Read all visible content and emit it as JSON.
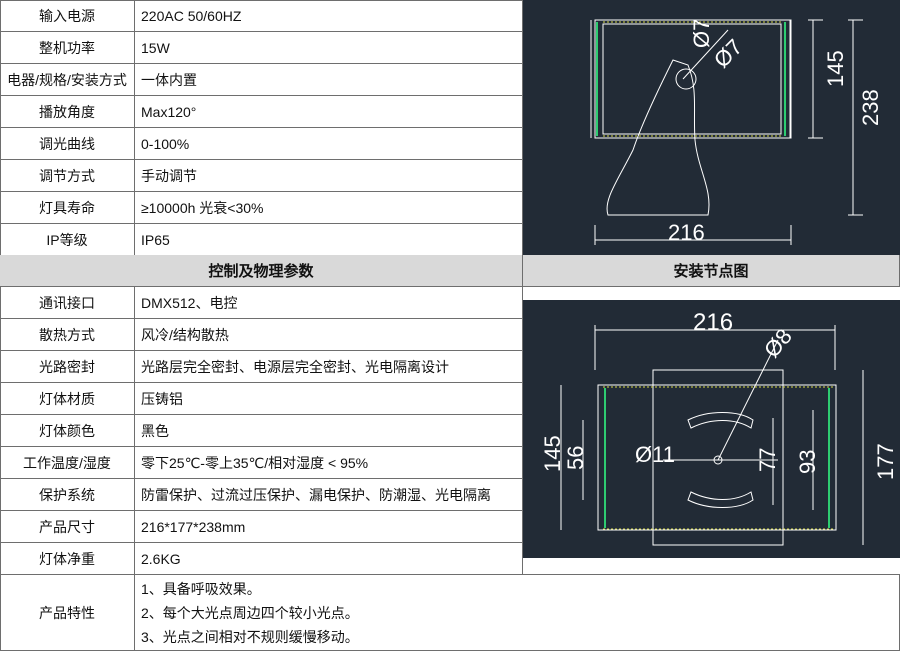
{
  "spec_rows_top": [
    {
      "label": "输入电源",
      "value": "220AC 50/60HZ"
    },
    {
      "label": "整机功率",
      "value": "15W"
    },
    {
      "label": "电器/规格/安装方式",
      "value": "一体内置"
    },
    {
      "label": "播放角度",
      "value": "Max120°"
    },
    {
      "label": "调光曲线",
      "value": "0-100%"
    },
    {
      "label": "调节方式",
      "value": "手动调节"
    },
    {
      "label": "灯具寿命",
      "value": "≥10000h 光衰<30%"
    },
    {
      "label": "IP等级",
      "value": "IP65"
    }
  ],
  "section_headers": {
    "control": "控制及物理参数",
    "install": "安装节点图"
  },
  "spec_rows_bottom": [
    {
      "label": "通讯接口",
      "value": "DMX512、电控"
    },
    {
      "label": "散热方式",
      "value": "风冷/结构散热"
    },
    {
      "label": "光路密封",
      "value": "光路层完全密封、电源层完全密封、光电隔离设计"
    },
    {
      "label": "灯体材质",
      "value": "压铸铝"
    },
    {
      "label": "灯体颜色",
      "value": "黑色"
    },
    {
      "label": "工作温度/湿度",
      "value": "零下25℃-零上35℃/相对湿度 < 95%"
    },
    {
      "label": "保护系统",
      "value": "防雷保护、过流过压保护、漏电保护、防潮湿、光电隔离"
    },
    {
      "label": "产品尺寸",
      "value": "216*177*238mm"
    },
    {
      "label": "灯体净重",
      "value": "2.6KG"
    }
  ],
  "features": {
    "label": "产品特性",
    "items": [
      "1、具备呼吸效果。",
      "2、每个大光点周边四个较小光点。",
      "3、光点之间相对不规则缓慢移动。"
    ]
  },
  "drawing_side": {
    "dim_width": "216",
    "dim_height_inner": "145",
    "dim_height_total": "238",
    "dim_hole_a": "Ø7",
    "dim_hole_b": "Ø7"
  },
  "drawing_front": {
    "dim_width": "216",
    "dim_hole_top": "Ø8",
    "dim_center": "Ø11",
    "dim_left_outer": "145",
    "dim_left_inner": "56",
    "dim_mid_a": "77",
    "dim_mid_b": "93",
    "dim_right": "177"
  },
  "colors": {
    "cad_bg": "#222b36",
    "cad_line": "#ffffff",
    "cad_green": "#2ecc71",
    "cad_yellow": "#d8d84a",
    "header_bg": "#d9d9d9"
  }
}
